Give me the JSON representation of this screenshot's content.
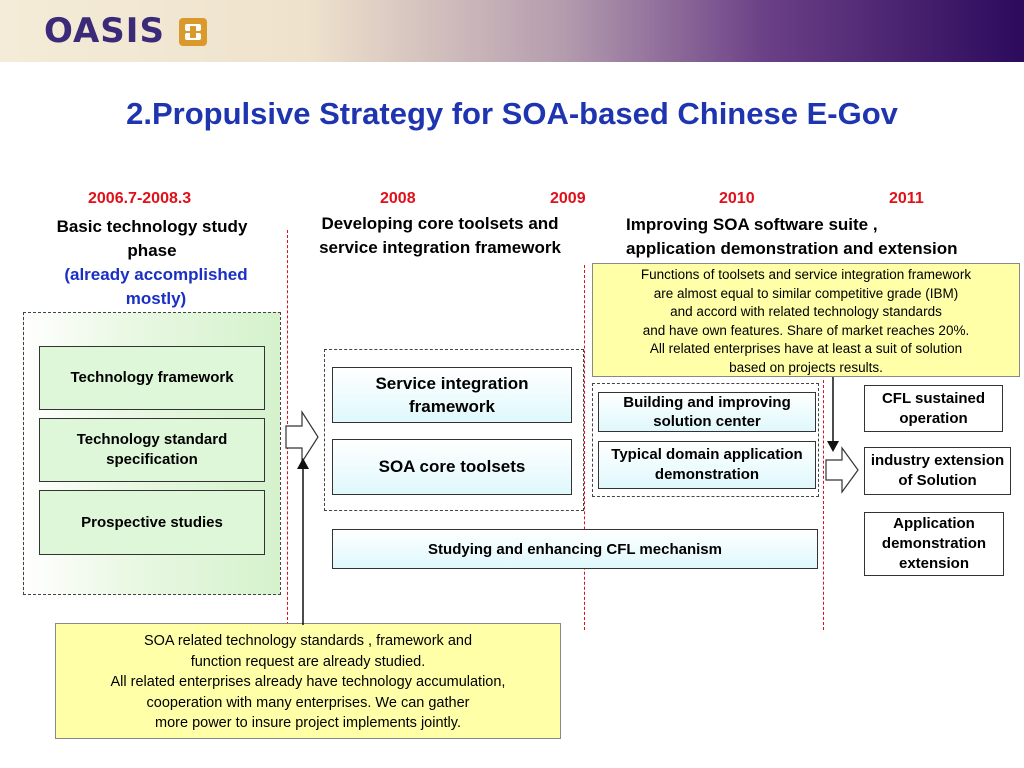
{
  "header": {
    "logo_text": "OASIS",
    "logo_icon": "oasis-logo-mark"
  },
  "title": "2.Propulsive Strategy for SOA-based Chinese E-Gov",
  "timeline": {
    "p1": "2006.7-2008.3",
    "y2008": "2008",
    "y2009": "2009",
    "y2010": "2010",
    "y2011": "2011"
  },
  "phases": {
    "basic": "Basic technology study phase",
    "accomplished": "(already accomplished mostly)",
    "developing": "Developing core toolsets and service integration framework",
    "improving_l1": "Improving SOA software suite ,",
    "improving_l2": "application demonstration and extension"
  },
  "left_boxes": [
    "Technology framework",
    "Technology standard specification",
    "Prospective studies"
  ],
  "mid_boxes": [
    "Service integration framework",
    "SOA core toolsets"
  ],
  "cfl_mechanism": "Studying and enhancing CFL mechanism",
  "right_mid_boxes": [
    "Building and improving solution center",
    "Typical domain application demonstration"
  ],
  "right_boxes": [
    "CFL sustained operation",
    "industry extension of Solution",
    "Application demonstration extension"
  ],
  "note_top": {
    "lines": [
      "Functions of toolsets and service integration framework",
      "are almost equal to similar competitive grade (IBM)",
      "and accord with related technology standards",
      "and have own features. Share of market reaches 20%.",
      "All related enterprises have at least a suit of solution",
      "based on projects results."
    ]
  },
  "note_bottom": {
    "lines": [
      "SOA related technology standards , framework and",
      "function request are already studied.",
      "All related enterprises already have technology accumulation,",
      "cooperation with many enterprises. We can gather",
      "more power to insure project implements jointly."
    ]
  },
  "colors": {
    "title": "#1f35b0",
    "year": "#e0101a",
    "phase_blue": "#1a2fc4",
    "green_box": "#dff7d9",
    "note": "#ffffa8"
  }
}
